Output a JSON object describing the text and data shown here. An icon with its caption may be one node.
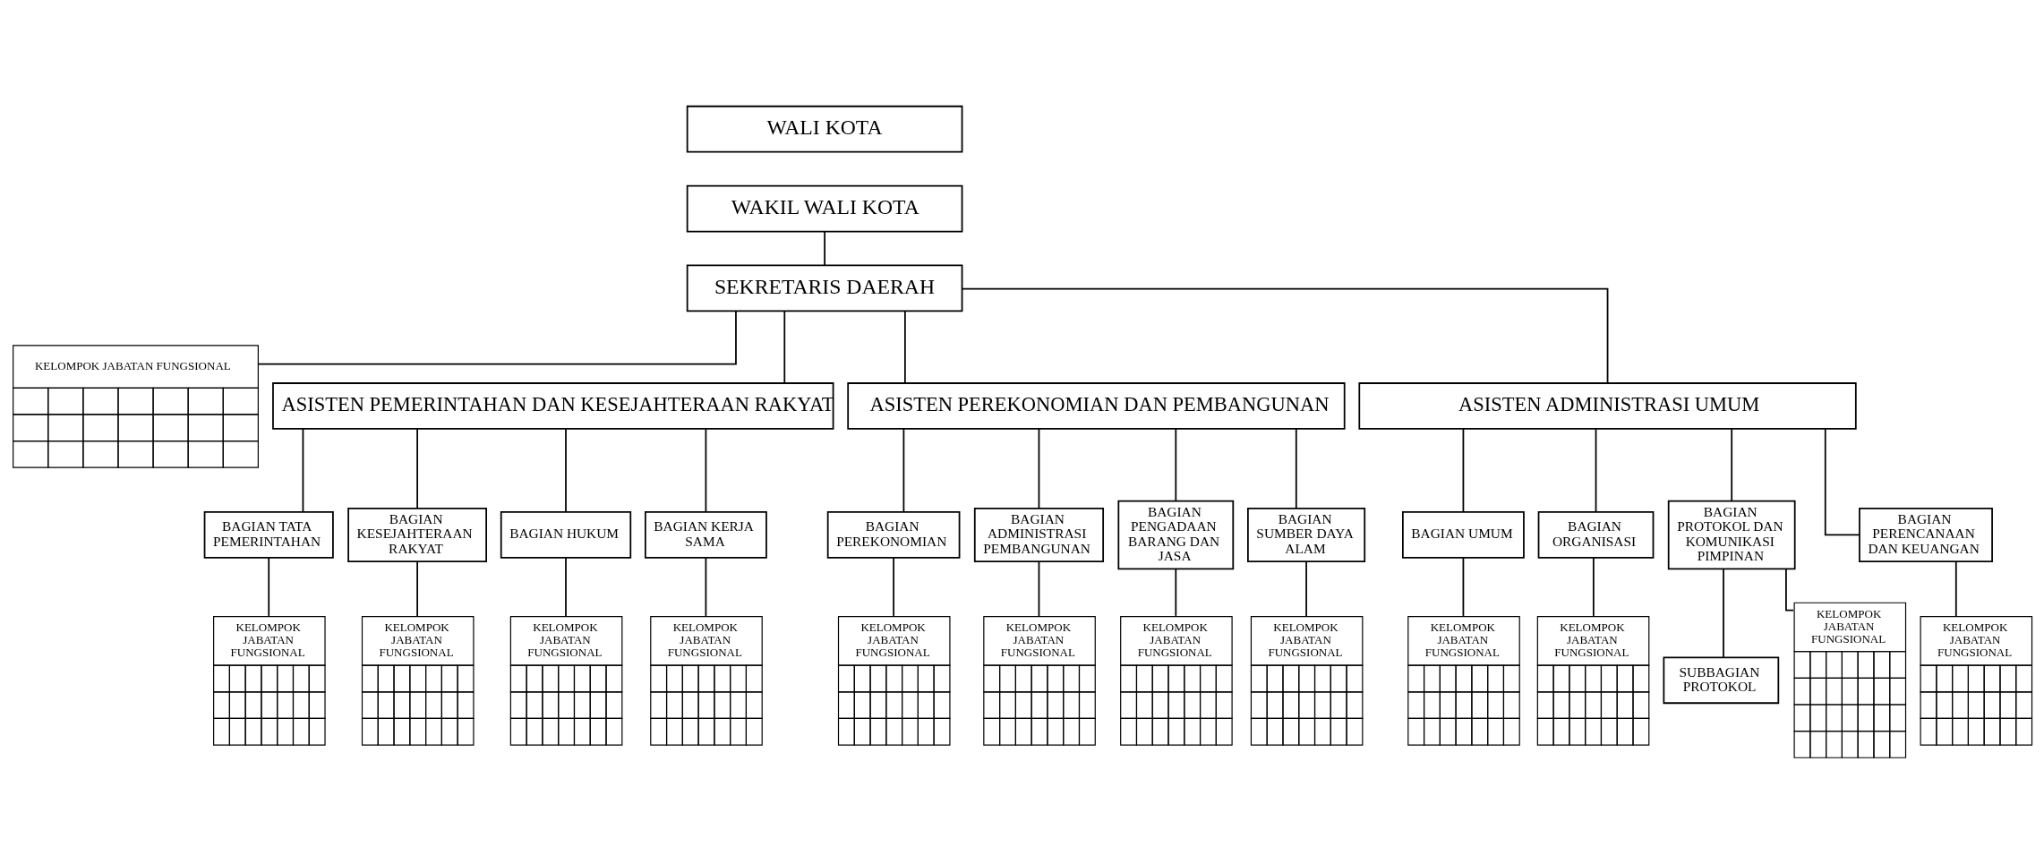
{
  "diagram": {
    "nodes": [
      {
        "text": [
          "WALI KOTA"
        ]
      },
      {
        "text": [
          "WAKIL WALI KOTA"
        ]
      },
      {
        "text": [
          "SEKRETARIS DAERAH"
        ]
      },
      {
        "text": [
          "KELOMPOK JABATAN FUNGSIONAL"
        ]
      },
      {
        "text": [
          "ASISTEN PEMERINTAHAN DAN KESEJAHTERAAN RAKYAT"
        ]
      },
      {
        "text": [
          "ASISTEN PEREKONOMIAN DAN PEMBANGUNAN"
        ]
      },
      {
        "text": [
          "ASISTEN ADMINISTRASI UMUM"
        ]
      },
      {
        "text": [
          "BAGIAN TATA PEMERINTAHAN"
        ]
      },
      {
        "text": [
          "BAGIAN KESEJAHTERAAN RAKYAT"
        ]
      },
      {
        "text": [
          "BAGIAN HUKUM"
        ]
      },
      {
        "text": [
          "BAGIAN KERJA SAMA"
        ]
      },
      {
        "text": [
          "BAGIAN PEREKONOMIAN"
        ]
      },
      {
        "text": [
          "BAGIAN ADMINISTRASI PEMBANGUNAN"
        ]
      },
      {
        "text": [
          "BAGIAN PENGADAAN BARANG DAN JASA"
        ]
      },
      {
        "text": [
          "BAGIAN SUMBER DAYA ALAM"
        ]
      },
      {
        "text": [
          "BAGIAN UMUM"
        ]
      },
      {
        "text": [
          "BAGIAN ORGANISASI"
        ]
      },
      {
        "text": [
          "BAGIAN PROTOKOL DAN KOMUNIKASI PIMPINAN"
        ]
      },
      {
        "text": [
          "BAGIAN PERENCANAAN DAN KEUANGAN"
        ]
      },
      {
        "text": [
          "SUBBAGIAN PROTOKOL"
        ]
      },
      {
        "text": [
          "KELOMPOK JABATAN FUNGSIONAL"
        ]
      },
      {
        "text": [
          "KELOMPOK JABATAN FUNGSIONAL"
        ]
      },
      {
        "text": [
          "KELOMPOK JABATAN FUNGSIONAL"
        ]
      },
      {
        "text": [
          "KELOMPOK JABATAN FUNGSIONAL"
        ]
      },
      {
        "text": [
          "KELOMPOK JABATAN FUNGSIONAL"
        ]
      },
      {
        "text": [
          "KELOMPOK JABATAN FUNGSIONAL"
        ]
      },
      {
        "text": [
          "KELOMPOK JABATAN FUNGSIONAL"
        ]
      },
      {
        "text": [
          "KELOMPOK JABATAN FUNGSIONAL"
        ]
      },
      {
        "text": [
          "KELOMPOK JABATAN FUNGSIONAL"
        ]
      },
      {
        "text": [
          "KELOMPOK JABATAN FUNGSIONAL"
        ]
      },
      {
        "text": [
          "KELOMPOK JABATAN FUNGSIONAL"
        ]
      },
      {
        "text": [
          "KELOMPOK JABATAN FUNGSIONAL"
        ]
      }
    ],
    "edges": [
      {
        "from": 1,
        "to": 2,
        "arrow": "none"
      },
      {
        "from": 2,
        "to": 3,
        "arrow": "none"
      },
      {
        "from": 2,
        "to": 4,
        "arrow": "none"
      },
      {
        "from": 2,
        "to": 5,
        "arrow": "none"
      },
      {
        "from": 2,
        "to": 6,
        "arrow": "none"
      },
      {
        "from": 4,
        "to": 7,
        "arrow": "none"
      },
      {
        "from": 4,
        "to": 8,
        "arrow": "none"
      },
      {
        "from": 4,
        "to": 9,
        "arrow": "none"
      },
      {
        "from": 4,
        "to": 10,
        "arrow": "none"
      },
      {
        "from": 5,
        "to": 11,
        "arrow": "none"
      },
      {
        "from": 5,
        "to": 12,
        "arrow": "none"
      },
      {
        "from": 5,
        "to": 13,
        "arrow": "none"
      },
      {
        "from": 5,
        "to": 14,
        "arrow": "none"
      },
      {
        "from": 6,
        "to": 15,
        "arrow": "none"
      },
      {
        "from": 6,
        "to": 16,
        "arrow": "none"
      },
      {
        "from": 6,
        "to": 17,
        "arrow": "none"
      },
      {
        "from": 6,
        "to": 18,
        "arrow": "none"
      },
      {
        "from": 7,
        "to": 20,
        "arrow": "none"
      },
      {
        "from": 8,
        "to": 21,
        "arrow": "none"
      },
      {
        "from": 9,
        "to": 22,
        "arrow": "none"
      },
      {
        "from": 10,
        "to": 23,
        "arrow": "none"
      },
      {
        "from": 11,
        "to": 24,
        "arrow": "none"
      },
      {
        "from": 12,
        "to": 25,
        "arrow": "none"
      },
      {
        "from": 13,
        "to": 26,
        "arrow": "none"
      },
      {
        "from": 14,
        "to": 27,
        "arrow": "none"
      },
      {
        "from": 15,
        "to": 28,
        "arrow": "none"
      },
      {
        "from": 16,
        "to": 29,
        "arrow": "none"
      },
      {
        "from": 17,
        "to": 19,
        "arrow": "none"
      },
      {
        "from": 17,
        "to": 30,
        "arrow": "none"
      },
      {
        "from": 18,
        "to": 31,
        "arrow": "none"
      }
    ]
  }
}
